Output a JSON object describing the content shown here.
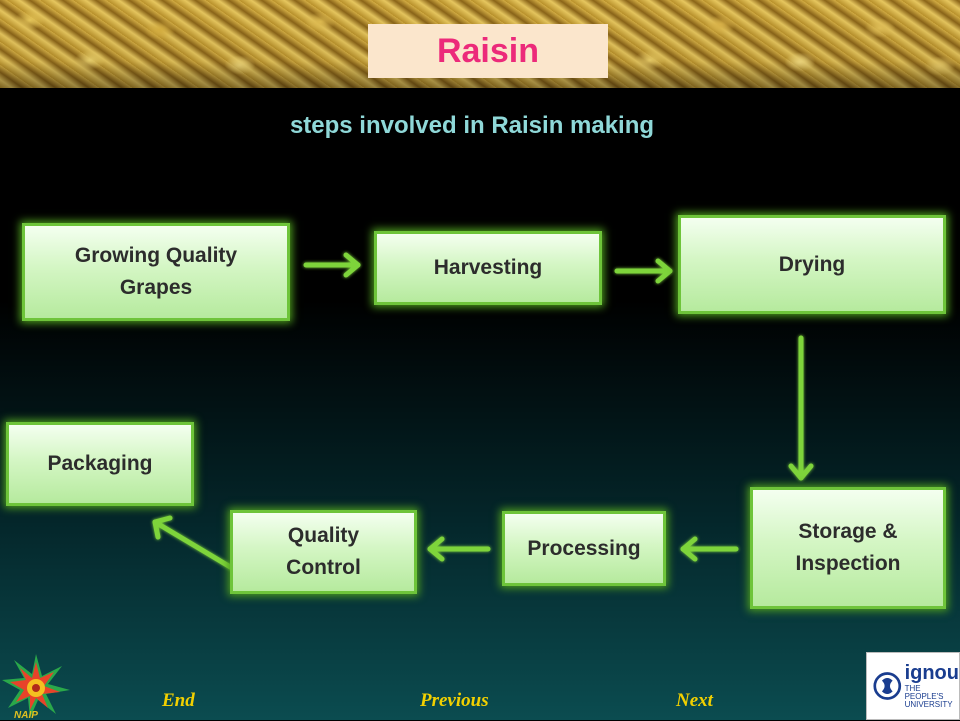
{
  "header": {
    "title": "Raisin"
  },
  "subtitle": "steps involved in Raisin making",
  "steps": {
    "growing": "Growing Quality Grapes",
    "harvesting": "Harvesting",
    "drying": "Drying",
    "storage": "Storage & Inspection",
    "processing": "Processing",
    "quality": "Quality Control",
    "packaging": "Packaging"
  },
  "nav": {
    "end": "End",
    "previous": "Previous",
    "next": "Next"
  },
  "logos": {
    "left_label": "NAIP",
    "right_name": "ignou",
    "right_tagline": "THE PEOPLE'S UNIVERSITY"
  },
  "colors": {
    "title": "#ec2a7a",
    "subtitle": "#8fd8d8",
    "step_border": "#6ec43a",
    "arrow": "#7ed43a",
    "nav": "#f2d000"
  }
}
